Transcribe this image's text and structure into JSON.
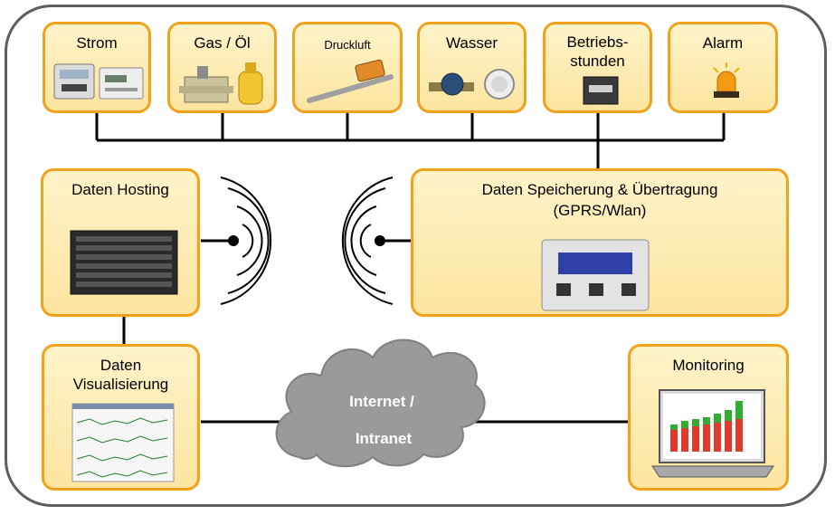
{
  "sources": {
    "strom": "Strom",
    "gas": "Gas / Öl",
    "druckluft": "Druckluft",
    "wasser": "Wasser",
    "betrieb": "Betriebs-\nstunden",
    "alarm": "Alarm"
  },
  "hosting": "Daten Hosting",
  "storage": {
    "line1": "Daten Speicherung & Übertragung",
    "line2": "(GPRS/Wlan)"
  },
  "visual": {
    "line1": "Daten",
    "line2": "Visualisierung"
  },
  "monitoring": "Monitoring",
  "cloud": {
    "line1": "Internet /",
    "line2": "Intranet"
  },
  "colors": {
    "box_border": "#f2a11a",
    "box_fill": "#fde5a0",
    "frame": "#5e5e5e",
    "cloud": "#9a9a9a"
  },
  "icons": [
    "electricity-meter-icon",
    "gas-cylinder-icon",
    "compressed-air-meter-icon",
    "water-meter-icon",
    "hour-counter-icon",
    "alarm-beacon-icon",
    "server-rack-icon",
    "data-logger-icon",
    "visualization-chart-icon",
    "laptop-chart-icon",
    "wireless-signal-icon",
    "cloud-icon"
  ]
}
